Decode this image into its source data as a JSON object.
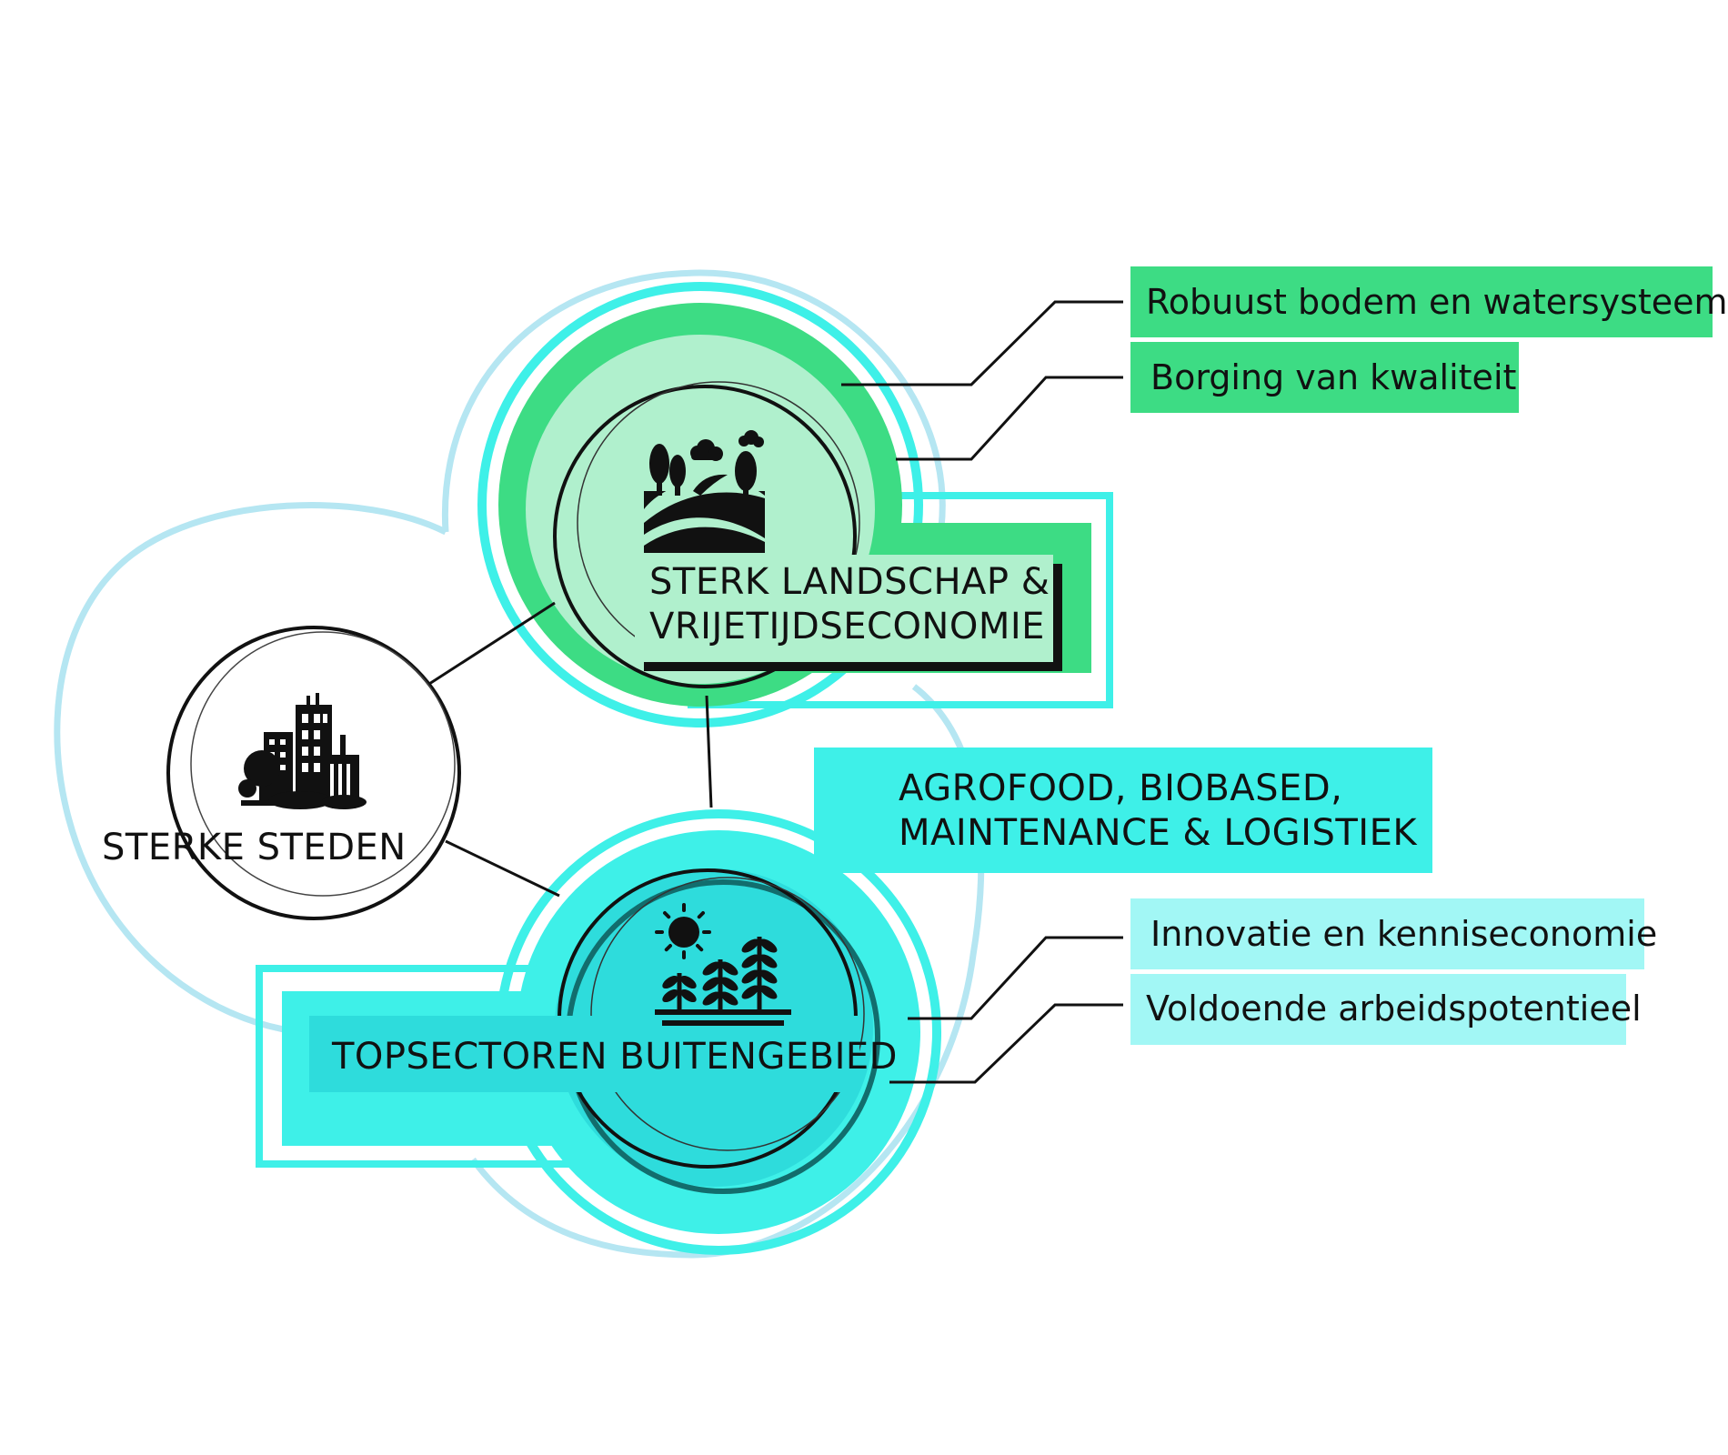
{
  "colors": {
    "green_strong": "#3ddc84",
    "green_light": "#b0f0cd",
    "cyan_strong": "#3ef0e8",
    "cyan_mid": "#2edcdc",
    "cyan_light": "#a2f7f5",
    "outline_blue": "#b5e6f2",
    "line": "#111111"
  },
  "nodes": {
    "steden": {
      "label": "STERKE STEDEN",
      "icon": "city-icon"
    },
    "landschap": {
      "label_line1": "STERK LANDSCHAP &",
      "label_line2": "VRIJETIJDSECONOMIE",
      "icon": "landscape-icon"
    },
    "topsectoren": {
      "label": "TOPSECTOREN BUITENGEBIED",
      "icon": "crops-sun-icon"
    }
  },
  "sectors_box": {
    "line1": "AGROFOOD, BIOBASED,",
    "line2": "MAINTENANCE & LOGISTIEK"
  },
  "tags": {
    "landschap": [
      "Robuust bodem en watersysteem",
      "Borging van kwaliteit"
    ],
    "topsectoren": [
      "Innovatie en kenniseconomie",
      "Voldoende arbeidspotentieel"
    ]
  }
}
